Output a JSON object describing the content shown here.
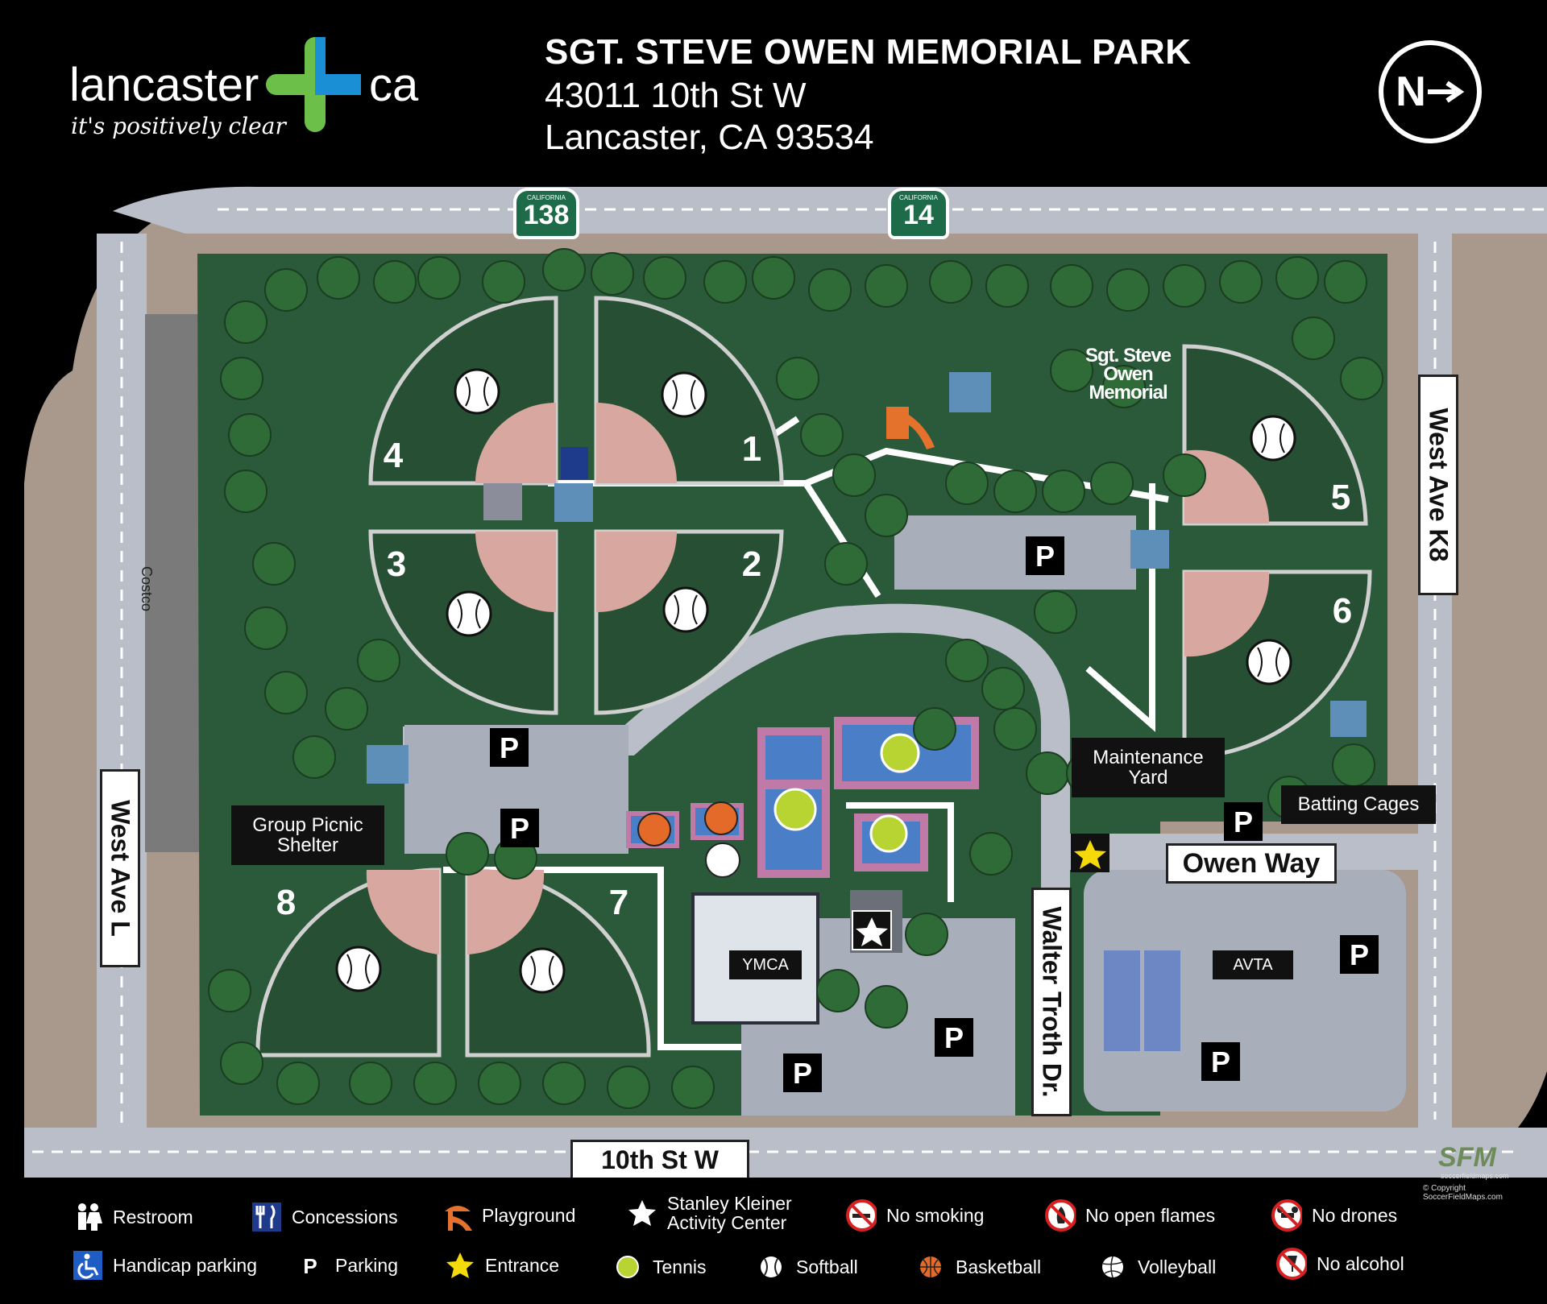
{
  "header": {
    "logo_left": "lancaster",
    "logo_right": "ca",
    "logo_tagline": "it's positively clear",
    "title": "SGT. STEVE OWEN MEMORIAL PARK",
    "address_line1": "43011 10th St W",
    "address_line2": "Lancaster, CA  93534",
    "compass": "N"
  },
  "map": {
    "highway_shields": [
      {
        "state": "CALIFORNIA",
        "number": "138"
      },
      {
        "state": "CALIFORNIA",
        "number": "14"
      }
    ],
    "roads": {
      "west_ave_k8": "West Ave K8",
      "west_ave_l": "West Ave L",
      "tenth_st_w": "10th St W",
      "walter_troth": "Walter Troth Dr.",
      "owen_way": "Owen Way"
    },
    "labels": {
      "costco": "Costco",
      "memorial": "Sgt. Steve Owen Memorial",
      "maintenance": "Maintenance Yard",
      "batting_cages": "Batting Cages",
      "group_picnic": "Group Picnic Shelter",
      "ymca": "YMCA",
      "avta": "AVTA",
      "parking_glyph": "P"
    },
    "fields": [
      "1",
      "2",
      "3",
      "4",
      "5",
      "6",
      "7",
      "8"
    ]
  },
  "legend": {
    "items": [
      {
        "label": "Restroom",
        "icon": "restroom-icon"
      },
      {
        "label": "Concessions",
        "icon": "concessions-icon"
      },
      {
        "label": "Playground",
        "icon": "playground-icon"
      },
      {
        "label": "Stanley Kleiner Activity Center",
        "icon": "star-icon"
      },
      {
        "label": "No smoking",
        "icon": "no-smoking-icon"
      },
      {
        "label": "No open flames",
        "icon": "no-flames-icon"
      },
      {
        "label": "No drones",
        "icon": "no-drones-icon"
      },
      {
        "label": "Handicap parking",
        "icon": "handicap-icon"
      },
      {
        "label": "Parking",
        "icon": "parking-icon"
      },
      {
        "label": "Entrance",
        "icon": "entrance-star-icon"
      },
      {
        "label": "Tennis",
        "icon": "tennis-ball-icon"
      },
      {
        "label": "Softball",
        "icon": "softball-icon"
      },
      {
        "label": "Basketball",
        "icon": "basketball-icon"
      },
      {
        "label": "Volleyball",
        "icon": "volleyball-icon"
      },
      {
        "label": "No alcohol",
        "icon": "no-alcohol-icon"
      }
    ]
  },
  "credits": {
    "brand": "SFM",
    "site": "soccerfieldmaps.com",
    "copyright": "© Copyright SoccerFieldMaps.com"
  },
  "colors": {
    "grass": "#2b5a3a",
    "field_grass": "#264f33",
    "tree": "#2f6b36",
    "infield": "#d8a8a0",
    "road": "#b9bec8",
    "parking": "#a9afba",
    "sidewalk": "#ffffff",
    "dirt": "#a8998c",
    "logo_green": "#6cc04a",
    "logo_blue": "#1a8fd6",
    "tennis": "#b8d432",
    "basketball": "#e46a2a",
    "playground": "#e5722c",
    "shield": "#1d6b48"
  }
}
